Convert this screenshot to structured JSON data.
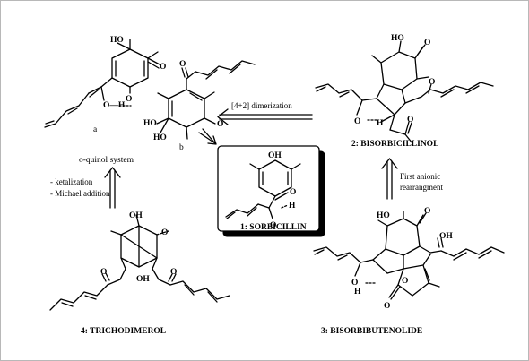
{
  "compounds": {
    "sorbicillin": {
      "caption": "1: SORBICILLIN"
    },
    "bisorbicillinol": {
      "caption": "2: BISORBICILLINOL"
    },
    "bisorbibutenolide": {
      "caption": "3: BISORBIBUTENOLIDE"
    },
    "trichodimerol": {
      "caption": "4: TRICHODIMEROL"
    }
  },
  "oquinol": {
    "caption": "o-quinol system",
    "ring_a_label": "a",
    "ring_b_label": "b"
  },
  "arrows": {
    "dimerization": "[4+2] dimerization",
    "ketalization": "- ketalization",
    "michael": "- Michael addition",
    "anionic_line1": "First anionic",
    "anionic_line2": "rearrangment"
  },
  "atoms": {
    "OH": "OH",
    "O": "O",
    "H": "H",
    "HO": "HO",
    "OHH": "O—H"
  },
  "colors": {
    "ink": "#000000",
    "frame": "#b8b8b8",
    "shadow": "#000000"
  }
}
